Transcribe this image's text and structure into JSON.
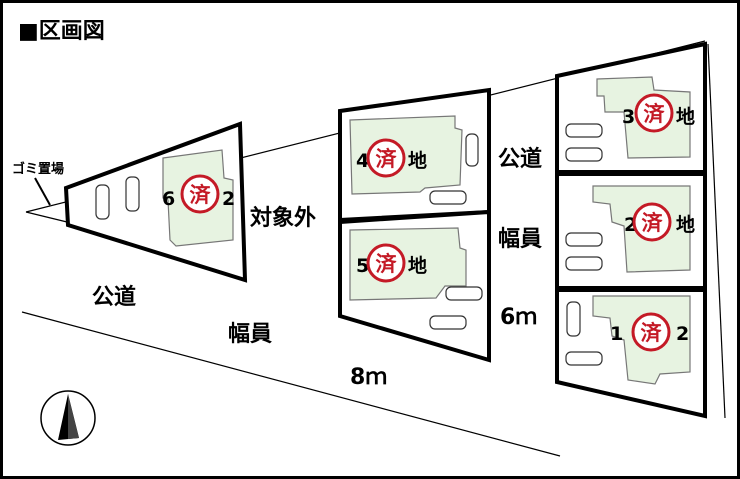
{
  "title": "■区画図",
  "labels": {
    "garbage": "ゴミ置場",
    "excluded": "対象外",
    "public_road_right": "公道",
    "width_right": "幅員",
    "width_right_value": "6ｍ",
    "public_road_bottom": "公道",
    "width_bottom": "幅員",
    "width_bottom_value": "8ｍ"
  },
  "stamp_text": "済",
  "lots": [
    {
      "id": "6",
      "left": "6",
      "right": "2"
    },
    {
      "id": "4",
      "left": "4",
      "right": "地"
    },
    {
      "id": "5",
      "left": "5",
      "right": "地"
    },
    {
      "id": "3",
      "left": "3",
      "right": "地"
    },
    {
      "id": "2",
      "left": "2",
      "right": "地"
    },
    {
      "id": "1",
      "left": "1",
      "right": "2"
    }
  ],
  "colors": {
    "stamp": "#c41a26",
    "house_fill": "#e7f3e1",
    "outline": "#000000"
  }
}
